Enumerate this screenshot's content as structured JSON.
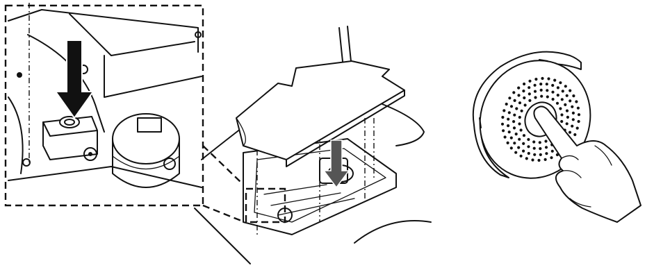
{
  "figure": {
    "panels": [
      {
        "id": "zoom-detail",
        "icon": "magnified-detail",
        "arrow": "down"
      },
      {
        "id": "main-assembly",
        "icon": "cover-removed-view",
        "arrow": "down"
      },
      {
        "id": "hub-button",
        "icon": "press-center-button"
      }
    ]
  },
  "colors": {
    "line": "#111111",
    "background": "#ffffff",
    "arrow": "#111111"
  }
}
